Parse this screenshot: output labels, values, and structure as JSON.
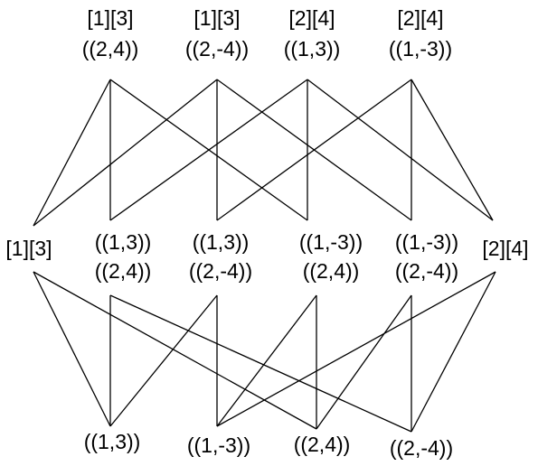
{
  "top_nodes": [
    {
      "id": "t1",
      "lines": [
        "[1][3]",
        "((2,4))"
      ]
    },
    {
      "id": "t2",
      "lines": [
        "[1][3]",
        "((2,-4))"
      ]
    },
    {
      "id": "t3",
      "lines": [
        "[2][4]",
        "((1,3))"
      ]
    },
    {
      "id": "t4",
      "lines": [
        "[2][4]",
        "((1,-3))"
      ]
    }
  ],
  "middle_nodes": [
    {
      "id": "mL",
      "lines": [
        "[1][3]"
      ]
    },
    {
      "id": "m1",
      "lines": [
        "((1,3))",
        "((2,4))"
      ]
    },
    {
      "id": "m2",
      "lines": [
        "((1,3))",
        "((2,-4))"
      ]
    },
    {
      "id": "m3",
      "lines": [
        "((1,-3))",
        "((2,4))"
      ]
    },
    {
      "id": "m4",
      "lines": [
        "((1,-3))",
        "((2,-4))"
      ]
    },
    {
      "id": "mR",
      "lines": [
        "[2][4]"
      ]
    }
  ],
  "bottom_nodes": [
    {
      "id": "b1",
      "lines": [
        "((1,3))"
      ]
    },
    {
      "id": "b2",
      "lines": [
        "((1,-3))"
      ]
    },
    {
      "id": "b3",
      "lines": [
        "((2,4))"
      ]
    },
    {
      "id": "b4",
      "lines": [
        "((2,-4))"
      ]
    }
  ],
  "edges_upper": [
    [
      "t1",
      "mL"
    ],
    [
      "t1",
      "m1"
    ],
    [
      "t1",
      "m3"
    ],
    [
      "t2",
      "mL"
    ],
    [
      "t2",
      "m2"
    ],
    [
      "t2",
      "m4"
    ],
    [
      "t3",
      "m1"
    ],
    [
      "t3",
      "m3"
    ],
    [
      "t3",
      "mR"
    ],
    [
      "t4",
      "m2"
    ],
    [
      "t4",
      "m4"
    ],
    [
      "t4",
      "mR"
    ]
  ],
  "edges_lower": [
    [
      "mL",
      "b1"
    ],
    [
      "mL",
      "b3"
    ],
    [
      "m1",
      "b1"
    ],
    [
      "m1",
      "b4"
    ],
    [
      "m2",
      "b2"
    ],
    [
      "m2",
      "b1"
    ],
    [
      "m3",
      "b3"
    ],
    [
      "m3",
      "b2"
    ],
    [
      "m4",
      "b4"
    ],
    [
      "m4",
      "b3"
    ],
    [
      "mR",
      "b2"
    ],
    [
      "mR",
      "b4"
    ]
  ]
}
